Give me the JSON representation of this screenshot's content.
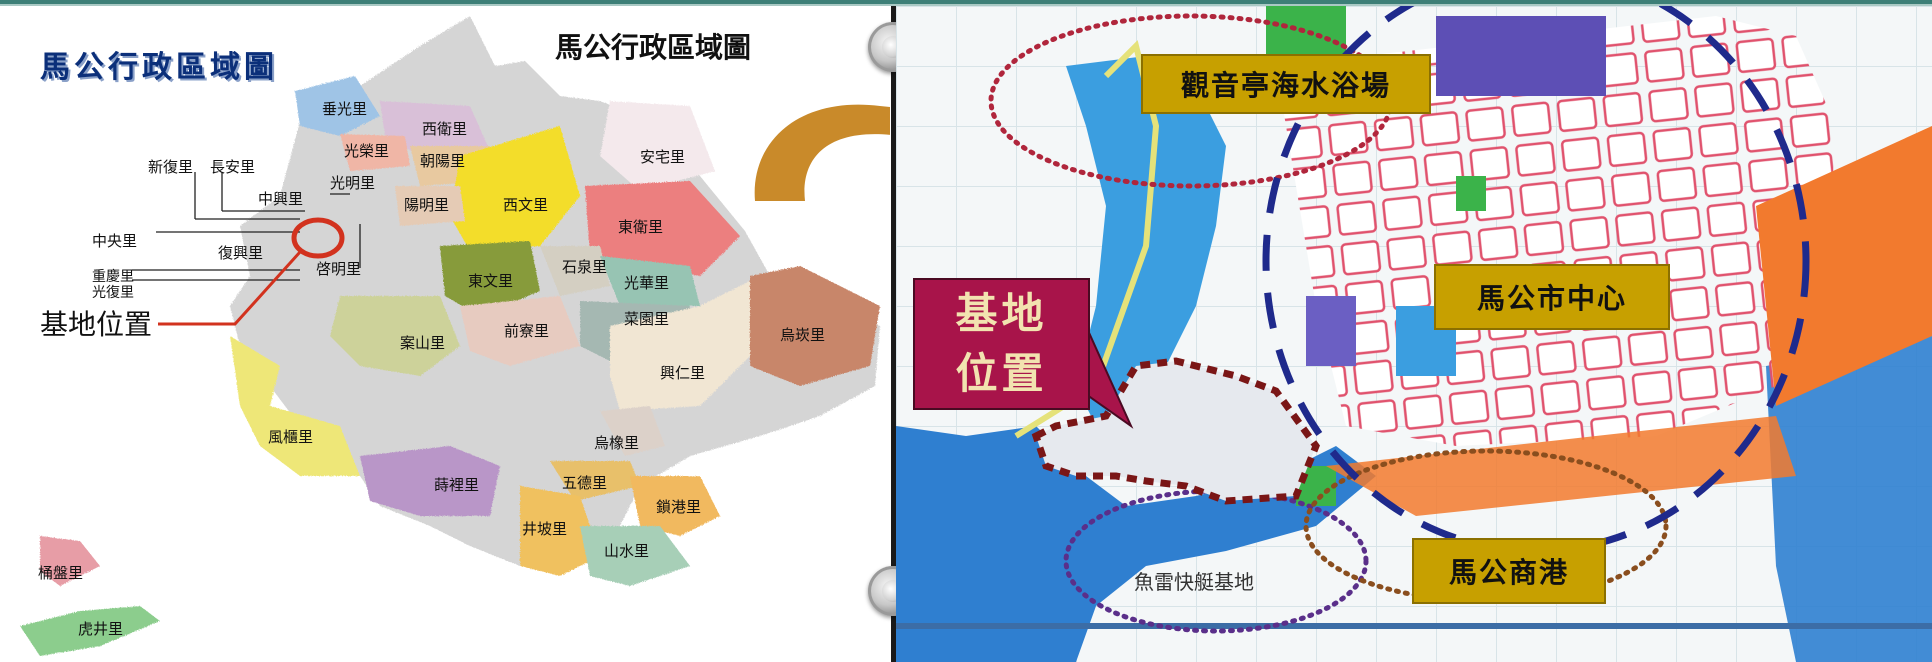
{
  "left": {
    "title": "馬公行政區域圖",
    "center_title": "馬公行政區域圖",
    "site_label": "基地位置",
    "districts": {
      "chuiguang": "垂光里",
      "xiwei": "西衛里",
      "guangrong": "光榮里",
      "zhaoyang": "朝陽里",
      "anzhai": "安宅里",
      "xinfu": "新復里",
      "changan": "長安里",
      "guangming": "光明里",
      "zhongxing": "中興里",
      "yangming": "陽明里",
      "xiwen": "西文里",
      "dongwei": "東衛里",
      "zhongyang": "中央里",
      "fuxing": "復興里",
      "chongqing": "重慶里",
      "guangfu": "光復里",
      "qiming": "啓明里",
      "dongwen": "東文里",
      "shiquan": "石泉里",
      "guanghua": "光華里",
      "caiyuan": "菜園里",
      "niaoyu": "烏崁里",
      "anshan": "案山里",
      "qianliao": "前寮里",
      "xingren": "興仁里",
      "fengui": "風櫃里",
      "shili": "蒔裡里",
      "jilu": "烏橡里",
      "wude": "五德里",
      "suogang": "鎖港里",
      "jingpo": "井坡里",
      "shanshui": "山水里",
      "tongpan": "桶盤里",
      "hujing": "虎井里"
    }
  },
  "right": {
    "beach": "觀音亭海水浴場",
    "city_center": "馬公市中心",
    "site_line1": "基地",
    "site_line2": "位置",
    "harbor": "馬公商港",
    "ferry_base": "魚雷快艇基地"
  },
  "colors": {
    "accent_teal": "#3d7f77",
    "site_box": "#a8144a",
    "label_gold": "#c7a000",
    "arrow": "#c98a2a",
    "sea": "#2f7fd0"
  }
}
